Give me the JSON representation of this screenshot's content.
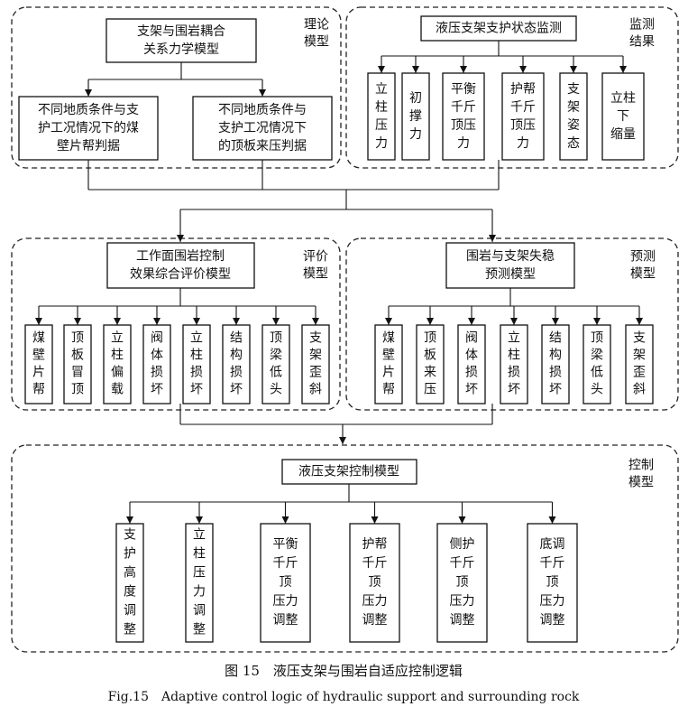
{
  "theory": {
    "tag": [
      "理论",
      "模型"
    ],
    "main": [
      "支架与围岩耦合",
      "关系力学模型"
    ],
    "left": [
      "不同地质条件与支",
      "护工况情况下的煤",
      "壁片帮判据"
    ],
    "right": [
      "不同地质条件与",
      "支护工况情况下",
      "的顶板来压判据"
    ]
  },
  "monitor": {
    "tag": [
      "监测",
      "结果"
    ],
    "main": "液压支架支护状态监测",
    "items": [
      [
        "立",
        "柱",
        "压",
        "力"
      ],
      [
        "初",
        "撑",
        "力"
      ],
      [
        "平衡",
        "千斤",
        "顶压",
        "力"
      ],
      [
        "护帮",
        "千斤",
        "顶压",
        "力"
      ],
      [
        "支",
        "架",
        "姿",
        "态"
      ],
      [
        "立柱",
        "下",
        "缩量"
      ]
    ]
  },
  "evaluation": {
    "tag": [
      "评价",
      "模型"
    ],
    "main": [
      "工作面围岩控制",
      "效果综合评价模型"
    ],
    "items": [
      [
        "煤",
        "壁",
        "片",
        "帮"
      ],
      [
        "顶",
        "板",
        "冒",
        "顶"
      ],
      [
        "立",
        "柱",
        "偏",
        "载"
      ],
      [
        "阀",
        "体",
        "损",
        "坏"
      ],
      [
        "立",
        "柱",
        "损",
        "坏"
      ],
      [
        "结",
        "构",
        "损",
        "坏"
      ],
      [
        "顶",
        "梁",
        "低",
        "头"
      ],
      [
        "支",
        "架",
        "歪",
        "斜"
      ]
    ]
  },
  "prediction": {
    "tag": [
      "预测",
      "模型"
    ],
    "main": [
      "围岩与支架失稳",
      "预测模型"
    ],
    "items": [
      [
        "煤",
        "壁",
        "片",
        "帮"
      ],
      [
        "顶",
        "板",
        "来",
        "压"
      ],
      [
        "阀",
        "体",
        "损",
        "坏"
      ],
      [
        "立",
        "柱",
        "损",
        "坏"
      ],
      [
        "结",
        "构",
        "损",
        "坏"
      ],
      [
        "顶",
        "梁",
        "低",
        "头"
      ],
      [
        "支",
        "架",
        "歪",
        "斜"
      ]
    ]
  },
  "control": {
    "tag": [
      "控制",
      "模型"
    ],
    "main": "液压支架控制模型",
    "items": [
      [
        "支",
        "护",
        "高",
        "度",
        "调",
        "整"
      ],
      [
        "立",
        "柱",
        "压",
        "力",
        "调",
        "整"
      ],
      [
        "平衡",
        "千斤",
        "顶",
        "压力",
        "调整"
      ],
      [
        "护帮",
        "千斤",
        "顶",
        "压力",
        "调整"
      ],
      [
        "侧护",
        "千斤",
        "顶",
        "压力",
        "调整"
      ],
      [
        "底调",
        "千斤",
        "顶",
        "压力",
        "调整"
      ]
    ]
  },
  "caption": {
    "cn": "图 15　液压支架与围岩自适应控制逻辑",
    "en": "Fig.15　Adaptive control logic of hydraulic support and surrounding rock"
  }
}
